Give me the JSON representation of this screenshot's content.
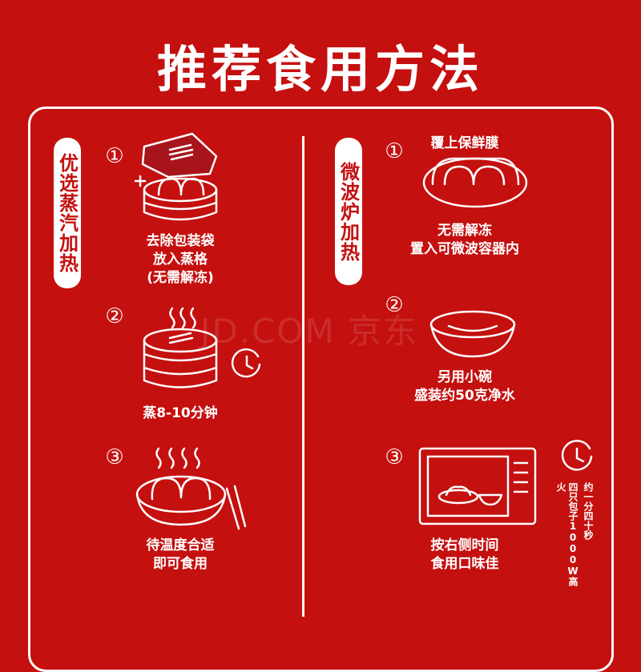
{
  "title": "推荐食用方法",
  "watermark": "JD.COM 京东",
  "steam": {
    "label": "优选蒸汽加热",
    "steps": [
      {
        "num": "①",
        "lines": [
          "去除包装袋",
          "放入蒸格",
          "(无需解冻)"
        ]
      },
      {
        "num": "②",
        "lines": [
          "蒸8-10分钟"
        ]
      },
      {
        "num": "③",
        "lines": [
          "待温度合适",
          "即可食用"
        ]
      }
    ]
  },
  "microwave": {
    "label": "微波炉加热",
    "steps": [
      {
        "num": "①",
        "top": "覆上保鲜膜",
        "lines": [
          "无需解冻",
          "置入可微波容器内"
        ]
      },
      {
        "num": "②",
        "lines": [
          "另用小碗",
          "盛装约50克净水"
        ]
      },
      {
        "num": "③",
        "lines": [
          "按右侧时间",
          "食用口味佳"
        ]
      }
    ],
    "time_note": [
      "约一分四十秒",
      "四只包子1000W高火"
    ]
  },
  "colors": {
    "background": "#c4100f",
    "foreground": "#ffffff"
  }
}
